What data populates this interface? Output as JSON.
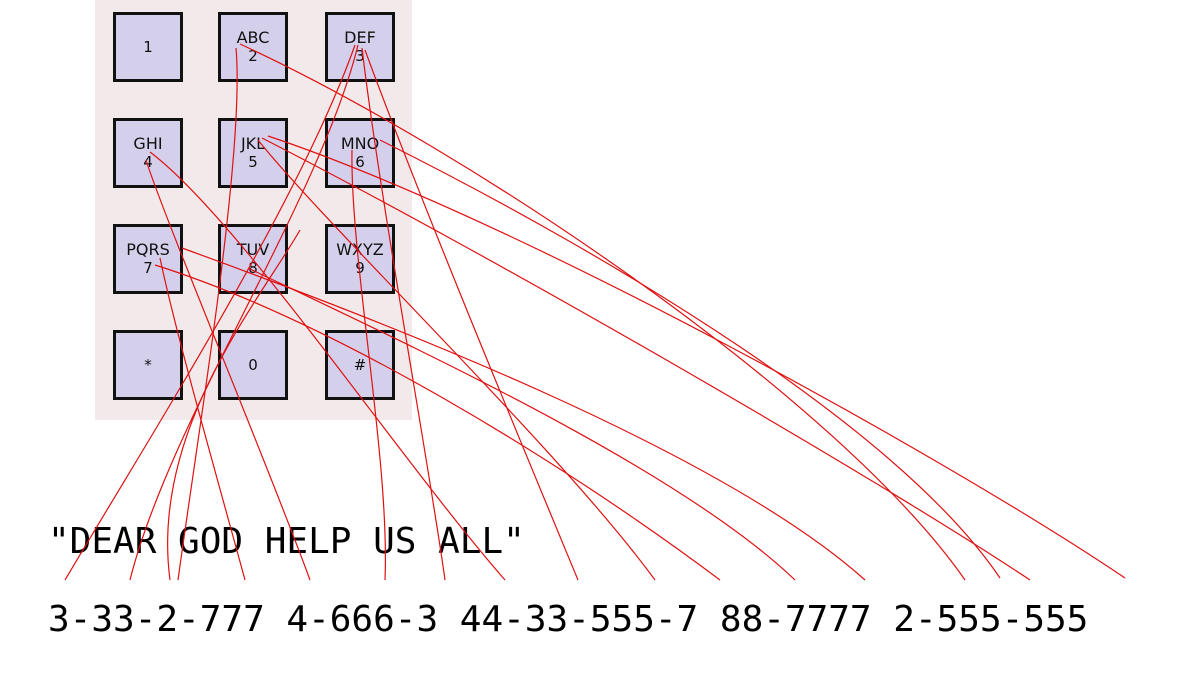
{
  "keypad": {
    "keys": [
      {
        "id": "1",
        "digit": "1",
        "letters": ""
      },
      {
        "id": "2",
        "digit": "2",
        "letters": "ABC"
      },
      {
        "id": "3",
        "digit": "3",
        "letters": "DEF"
      },
      {
        "id": "4",
        "digit": "4",
        "letters": "GHI"
      },
      {
        "id": "5",
        "digit": "5",
        "letters": "JKL"
      },
      {
        "id": "6",
        "digit": "6",
        "letters": "MNO"
      },
      {
        "id": "7",
        "digit": "7",
        "letters": "PQRS"
      },
      {
        "id": "8",
        "digit": "8",
        "letters": "TUV"
      },
      {
        "id": "9",
        "digit": "9",
        "letters": "WXYZ"
      },
      {
        "id": "star",
        "digit": "*",
        "letters": ""
      },
      {
        "id": "0",
        "digit": "0",
        "letters": ""
      },
      {
        "id": "hash",
        "digit": "#",
        "letters": ""
      }
    ]
  },
  "quote": "\"DEAR GOD HELP US ALL\"",
  "code": "3-33-2-777 4-666-3 44-33-555-7 88-7777 2-555-555",
  "colors": {
    "wire": "#e01010",
    "key_fill": "#d4d0ec",
    "panel": "#f2eaea"
  }
}
